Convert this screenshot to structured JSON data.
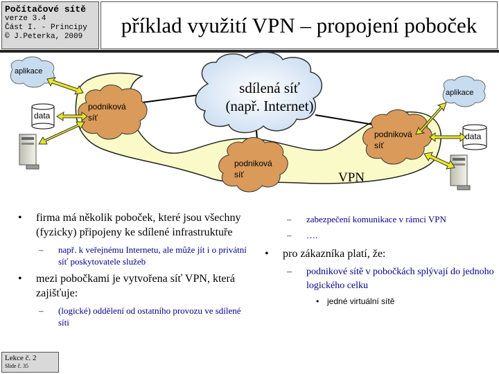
{
  "header": {
    "course": "Počítačové sítě",
    "version": "verze 3.4",
    "part": "Část I. - Principy",
    "copyright": "© J.Peterka, 2009"
  },
  "title": "příklad využití VPN – propojení poboček",
  "diagram": {
    "cloud_main": [
      "sdílená síť",
      "(např. Internet)"
    ],
    "branch_label": [
      "podniková",
      "síť"
    ],
    "app_label": "aplikace",
    "data_label": "data",
    "vpn_label": "VPN"
  },
  "left_bullets": [
    {
      "level": 1,
      "text": "firma má několik poboček, které jsou všechny (fyzicky) připojeny ke sdílené infrastruktuře"
    },
    {
      "level": 2,
      "text": "např. k veřejnému Internetu, ale může jít i o privátní síť poskytovatele služeb"
    },
    {
      "level": 1,
      "text": "mezi pobočkami je vytvořena síť VPN, která zajišťuje:"
    },
    {
      "level": 2,
      "text": "(logické) oddělení od ostatního provozu ve sdílené síti"
    }
  ],
  "right_bullets": [
    {
      "level": 2,
      "text": "zabezpečení komunikace v rámci VPN"
    },
    {
      "level": 2,
      "text": "…."
    },
    {
      "level": 1,
      "text": "pro zákazníka platí, že:"
    },
    {
      "level": 2,
      "text": "podnikové sítě v pobočkách splývají do jednoho logického celku"
    },
    {
      "level": 3,
      "text": "jedné virtuální sítě"
    }
  ],
  "footer": {
    "lecture": "Lekce č. 2",
    "slide": "Slide č. 35"
  }
}
